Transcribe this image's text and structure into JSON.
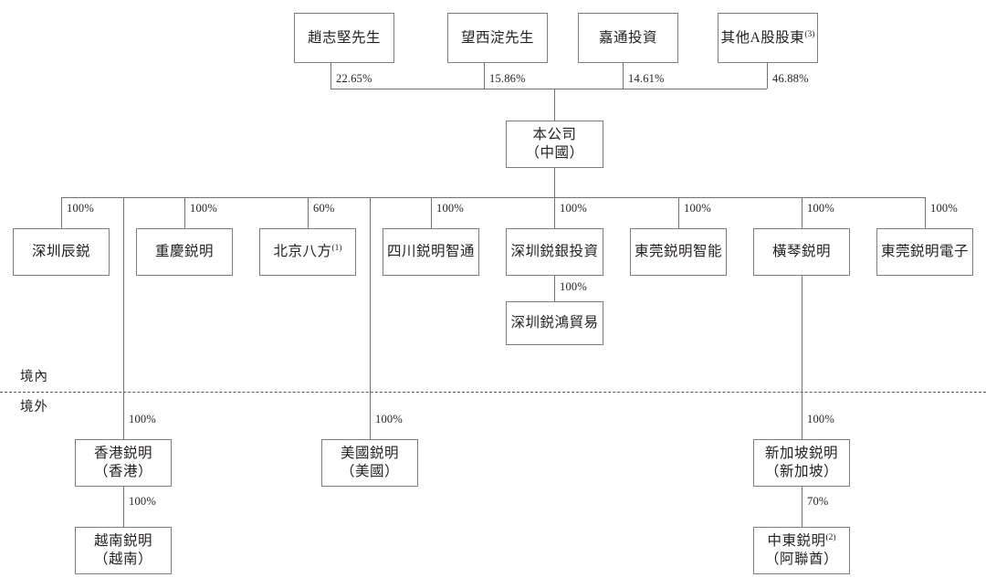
{
  "diagram": {
    "title": "Shareholding and corporate structure chart",
    "type": "org-chart",
    "colors": {
      "box_border": "#7a7d80",
      "line": "#6f7275",
      "divider": "#58595b",
      "text": "#231f20",
      "background": "#ffffff"
    },
    "region_labels": {
      "domestic": "境內",
      "overseas": "境外"
    },
    "shareholders": [
      {
        "id": "sh1",
        "label": "趙志堅先生",
        "pct": "22.65%"
      },
      {
        "id": "sh2",
        "label": "望西淀先生",
        "pct": "15.86%"
      },
      {
        "id": "sh3",
        "label": "嘉通投資",
        "pct": "14.61%"
      },
      {
        "id": "sh4",
        "label": "其他A股股東",
        "note": "(3)",
        "pct": "46.88%"
      }
    ],
    "company": {
      "line1": "本公司",
      "line2": "（中國）"
    },
    "subsidiaries": [
      {
        "id": "sub1",
        "label": "深圳辰鋭",
        "pct": "100%"
      },
      {
        "id": "sub2",
        "label": "重慶鋭明",
        "pct": "100%"
      },
      {
        "id": "sub3",
        "label": "北京八方",
        "note": "(1)",
        "pct": "60%"
      },
      {
        "id": "sub4",
        "label": "四川鋭明智通",
        "pct": "100%"
      },
      {
        "id": "sub5",
        "label": "深圳鋭銀投資",
        "pct": "100%"
      },
      {
        "id": "sub6",
        "label": "東莞鋭明智能",
        "pct": "100%"
      },
      {
        "id": "sub7",
        "label": "橫琴鋭明",
        "pct": "100%"
      },
      {
        "id": "sub8",
        "label": "東莞鋭明電子",
        "pct": "100%"
      }
    ],
    "sub_subsidiary": {
      "id": "sub5a",
      "label": "深圳鋭鴻貿易",
      "pct": "100%",
      "parent": "sub5"
    },
    "overseas": [
      {
        "id": "ov1",
        "line1": "香港鋭明",
        "line2": "（香港）",
        "pct": "100%",
        "child": {
          "id": "ov1a",
          "line1": "越南鋭明",
          "line2": "（越南）",
          "pct": "100%"
        }
      },
      {
        "id": "ov2",
        "line1": "美國鋭明",
        "line2": "（美國）",
        "pct": "100%",
        "child": null
      },
      {
        "id": "ov3",
        "line1": "新加坡鋭明",
        "line2": "（新加坡）",
        "pct": "100%",
        "child": {
          "id": "ov3a",
          "line1": "中東鋭明",
          "note": "(2)",
          "line2": "（阿聯酋）",
          "pct": "70%"
        }
      }
    ]
  }
}
